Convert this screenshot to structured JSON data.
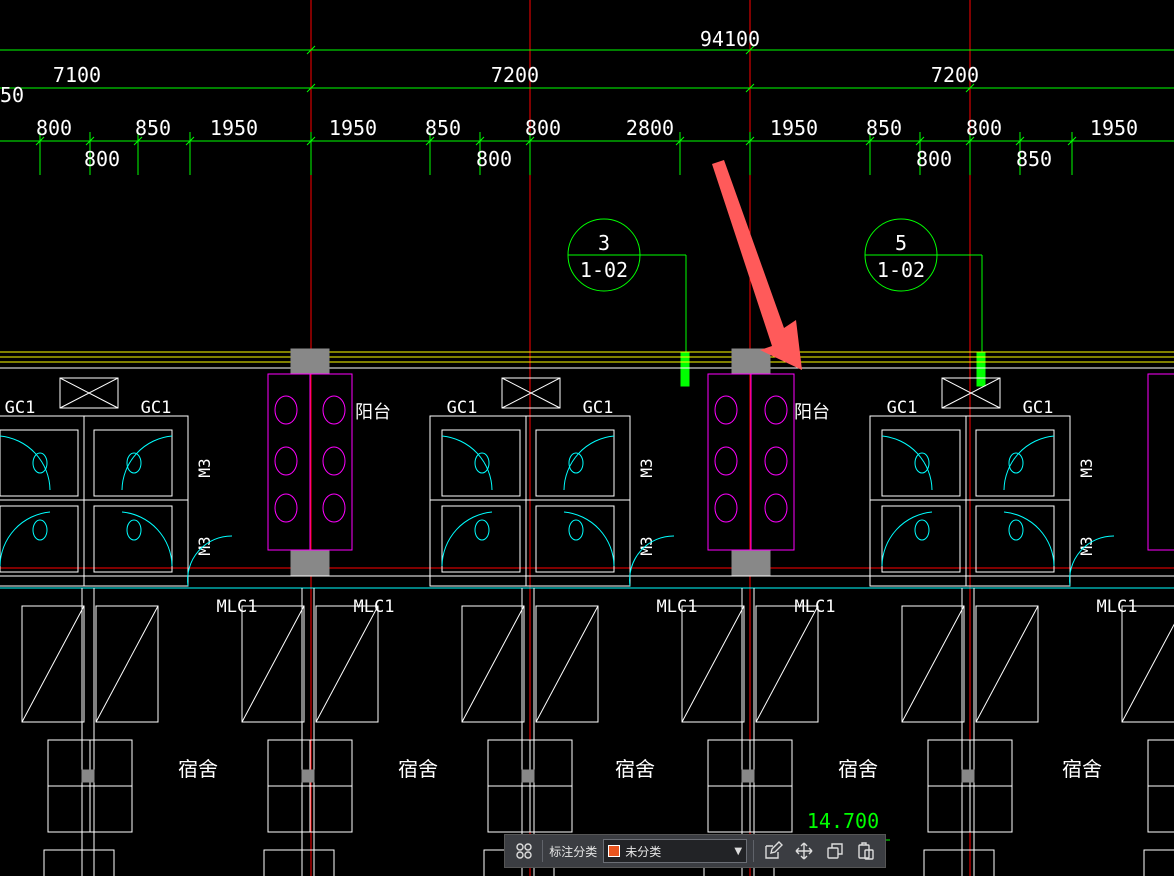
{
  "drawing": {
    "overall_dimension": "94100",
    "bay_dimensions": [
      "7100",
      "7200",
      "7200"
    ],
    "partial_left_dim": "50",
    "detail_dims_upper": [
      "800",
      "850",
      "1950",
      "1950",
      "850",
      "800",
      "2800",
      "1950",
      "850",
      "800",
      "1950"
    ],
    "detail_dims_lower": [
      "800",
      "800",
      "800",
      "850"
    ],
    "detail_callouts": [
      {
        "number": "3",
        "sheet": "1-02"
      },
      {
        "number": "5",
        "sheet": "1-02"
      }
    ],
    "labels": {
      "gc1": "GC1",
      "m3": "M3",
      "balcony": "阳台",
      "mlc1": "MLC1",
      "dorm": "宿舍"
    },
    "elevation": "14.700",
    "colors": {
      "background": "#000000",
      "dimension": "#00ff00",
      "axis": "#ff0000",
      "wall": "#ffffff",
      "fixture": "#ff00ff",
      "door": "#00ffff",
      "window_line": "#ffff00",
      "arrow": "#ff5a5a"
    }
  },
  "toolbar": {
    "grid_icon": "grid-icon",
    "label": "标注分类",
    "category_value": "未分类",
    "category_color": "#e8541e",
    "icons": [
      "edit-icon",
      "move-icon",
      "copy-icon",
      "paste-icon"
    ]
  }
}
